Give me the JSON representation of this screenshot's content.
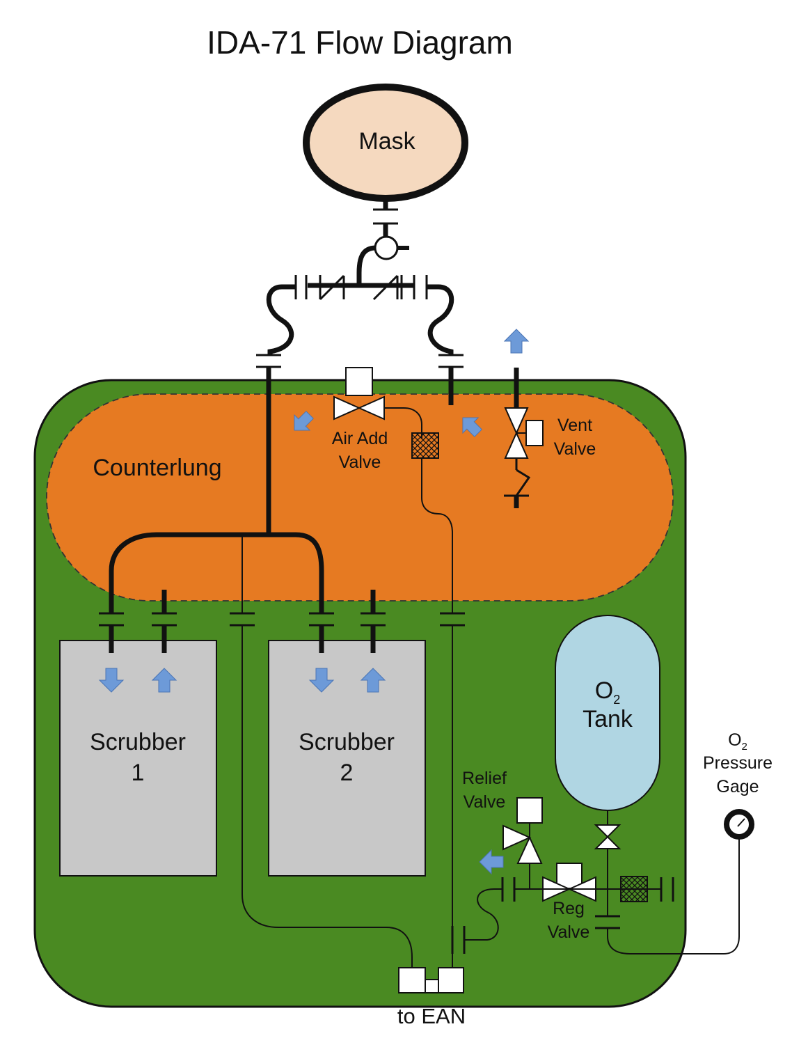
{
  "title": "IDA-71 Flow Diagram",
  "labels": {
    "mask": "Mask",
    "counterlung": "Counterlung",
    "air_add_valve_line1": "Air Add",
    "air_add_valve_line2": "Valve",
    "vent_valve_line1": "Vent",
    "vent_valve_line2": "Valve",
    "scrubber1_line1": "Scrubber",
    "scrubber1_line2": "1",
    "scrubber2_line1": "Scrubber",
    "scrubber2_line2": "2",
    "o2_tank_o": "O",
    "o2_tank_sub": "2",
    "o2_tank_line2": "Tank",
    "relief_valve_line1": "Relief",
    "relief_valve_line2": "Valve",
    "reg_valve_line1": "Reg",
    "reg_valve_line2": "Valve",
    "gauge_o": "O",
    "gauge_sub": "2",
    "gauge_line2": "Pressure",
    "gauge_line3": "Gage",
    "to_ean": "to EAN"
  },
  "colors": {
    "housing_green": "#4a8a22",
    "counterlung_orange": "#e67a22",
    "mask_fill": "#f5d9bf",
    "scrubber_gray": "#c8c8c8",
    "tank_blue": "#b0d6e3",
    "arrow_blue": "#6d9ad8",
    "line_black": "#111111"
  }
}
